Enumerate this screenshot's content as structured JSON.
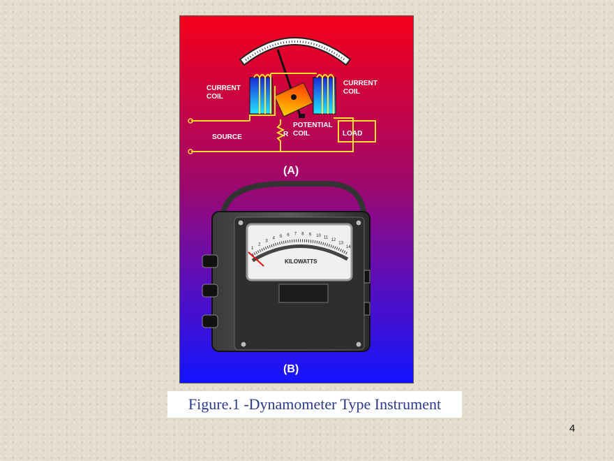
{
  "figure": {
    "diagram_a": {
      "labels": {
        "current_coil_left": [
          "CURRENT",
          "COIL"
        ],
        "current_coil_right": [
          "CURRENT",
          "COIL"
        ],
        "potential_coil": [
          "POTENTIAL",
          "COIL"
        ],
        "resistor": "R",
        "source": "SOURCE",
        "load": "LOAD"
      },
      "panel_label": "(A)"
    },
    "photo_b": {
      "meter_unit": "KILOWATTS",
      "scale_numbers": [
        "1",
        "2",
        "3",
        "4",
        "5",
        "6",
        "7",
        "8",
        "9",
        "10",
        "11",
        "12",
        "13",
        "14"
      ],
      "panel_label": "(B)"
    },
    "colors": {
      "gradient_top": "#f5001a",
      "gradient_mid": "#8c0a8c",
      "gradient_bottom": "#1a1aff",
      "wire": "#ffe033"
    }
  },
  "caption": "Figure.1 -Dynamometer Type Instrument",
  "page_number": "4"
}
